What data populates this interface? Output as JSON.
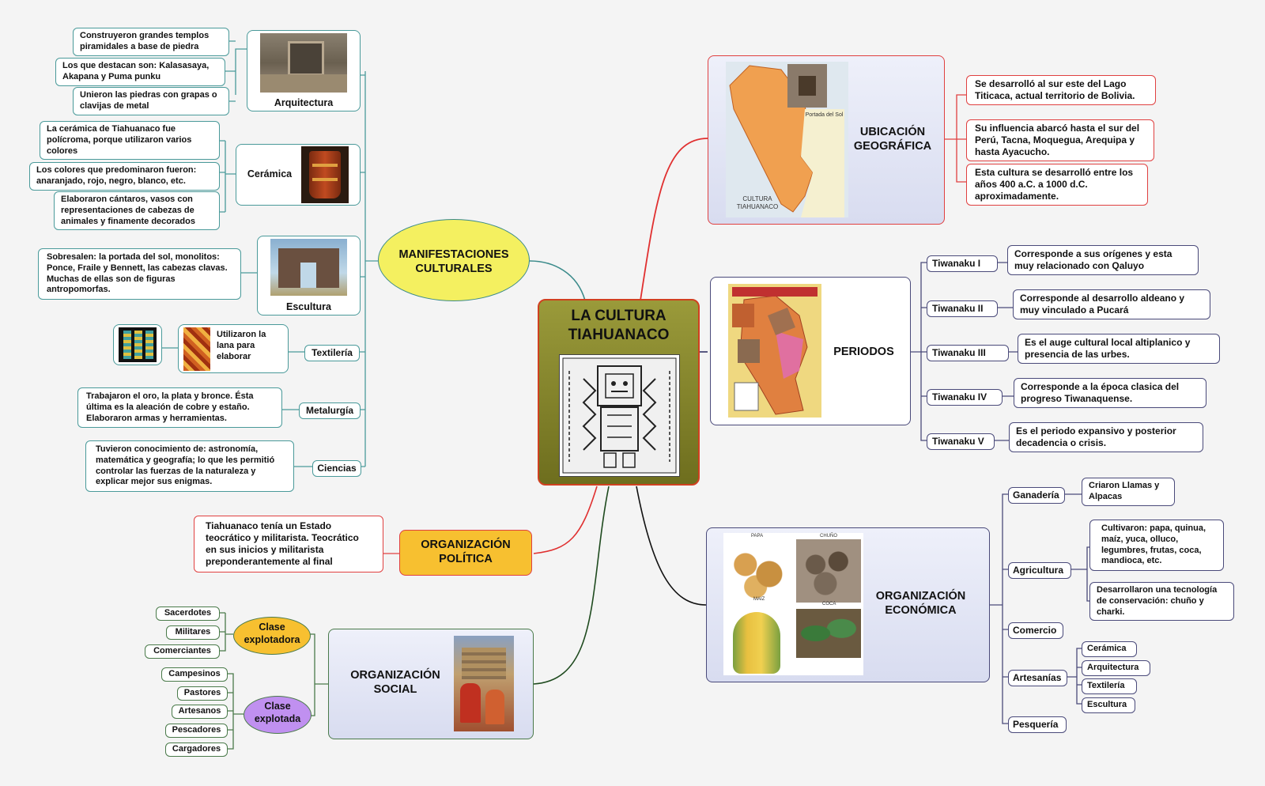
{
  "central": {
    "title": "LA CULTURA TIAHUANACO"
  },
  "manifestaciones": {
    "title": "MANIFESTACIONES CULTURALES",
    "arquitectura": {
      "label": "Arquitectura",
      "notes": [
        "Construyeron grandes templos piramidales a base de piedra",
        "Los que destacan son: Kalasasaya, Akapana y Puma punku",
        "Unieron las piedras con grapas o clavijas de metal"
      ]
    },
    "ceramica": {
      "label": "Cerámica",
      "notes": [
        "La cerámica de Tiahuanaco fue polícroma, porque utilizaron varios colores",
        "Los colores que predominaron fueron: anaranjado, rojo, negro, blanco, etc.",
        "Elaboraron cántaros, vasos con representaciones de cabezas de animales y finamente decorados"
      ]
    },
    "escultura": {
      "label": "Escultura",
      "note": "Sobresalen: la portada del sol, monolitos: Ponce, Fraile y Bennett, las cabezas clavas. Muchas de ellas son de figuras antropomorfas."
    },
    "textileria": {
      "label": "Textilería",
      "note": "Utilizaron la lana para elaborar"
    },
    "metalurgia": {
      "label": "Metalurgía",
      "note": "Trabajaron el oro, la plata y bronce. Ésta última es la aleación de cobre y estaño. Elaboraron armas y herramientas."
    },
    "ciencias": {
      "label": "Ciencias",
      "note": "Tuvieron conocimiento de: astronomía, matemática y geografía; lo que les permitió controlar las fuerzas de la naturaleza y explicar mejor sus enigmas."
    }
  },
  "politica": {
    "title": "ORGANIZACIÓN POLÍTICA",
    "note": "Tiahuanaco tenía un Estado teocrático y militarista. Teocrático en sus inicios y militarista preponderantemente al final"
  },
  "social": {
    "title": "ORGANIZACIÓN SOCIAL",
    "explotadora": {
      "label": "Clase explotadora",
      "items": [
        "Sacerdotes",
        "Militares",
        "Comerciantes"
      ]
    },
    "explotada": {
      "label": "Clase explotada",
      "items": [
        "Campesinos",
        "Pastores",
        "Artesanos",
        "Pescadores",
        "Cargadores"
      ]
    }
  },
  "ubicacion": {
    "title": "UBICACIÓN GEOGRÁFICA",
    "map_caption": "CULTURA TIAHUANACO",
    "photo_caption": "Portada del Sol",
    "notes": [
      "Se desarrolló al sur este del Lago Titicaca, actual territorio de Bolivia.",
      "Su influencia abarcó hasta el sur del Perú, Tacna, Moquegua, Arequipa y hasta Ayacucho.",
      "Esta cultura se desarrolló entre los años 400 a.C. a 1000 d.C. aproximadamente."
    ]
  },
  "periodos": {
    "title": "PERIODOS",
    "items": [
      {
        "label": "Tiwanaku I",
        "note": "Corresponde a sus orígenes y esta muy relacionado con Qaluyo"
      },
      {
        "label": "Tiwanaku II",
        "note": "Corresponde al desarrollo aldeano y muy vinculado a Pucará"
      },
      {
        "label": "Tiwanaku III",
        "note": "Es el auge cultural local altiplanico y presencia de las urbes."
      },
      {
        "label": "Tiwanaku IV",
        "note": "Corresponde a la época clasica del progreso Tiwanaquense."
      },
      {
        "label": "Tiwanaku V",
        "note": "Es el periodo expansivo y posterior decadencia o crisis."
      }
    ]
  },
  "economica": {
    "title": "ORGANIZACIÓN ECONÓMICA",
    "photo_labels": [
      "PAPA",
      "CHUÑO",
      "MAIZ",
      "COCA"
    ],
    "ganaderia": {
      "label": "Ganadería",
      "note": "Criaron Llamas y Alpacas"
    },
    "agricultura": {
      "label": "Agricultura",
      "notes": [
        "Cultivaron: papa, quinua, maíz, yuca, olluco, legumbres, frutas, coca, mandioca, etc.",
        "Desarrollaron una tecnología de conservación: chuño y charki."
      ]
    },
    "comercio": {
      "label": "Comercio"
    },
    "artesanias": {
      "label": "Artesanías",
      "items": [
        "Cerámica",
        "Arquitectura",
        "Textilería",
        "Escultura"
      ]
    },
    "pesqueria": {
      "label": "Pesquería"
    }
  },
  "colors": {
    "teal": "#4a9a9a",
    "red": "#e04040",
    "navy": "#4a4a7a",
    "green": "#2f5a2f",
    "central": "#8a8a2a"
  }
}
